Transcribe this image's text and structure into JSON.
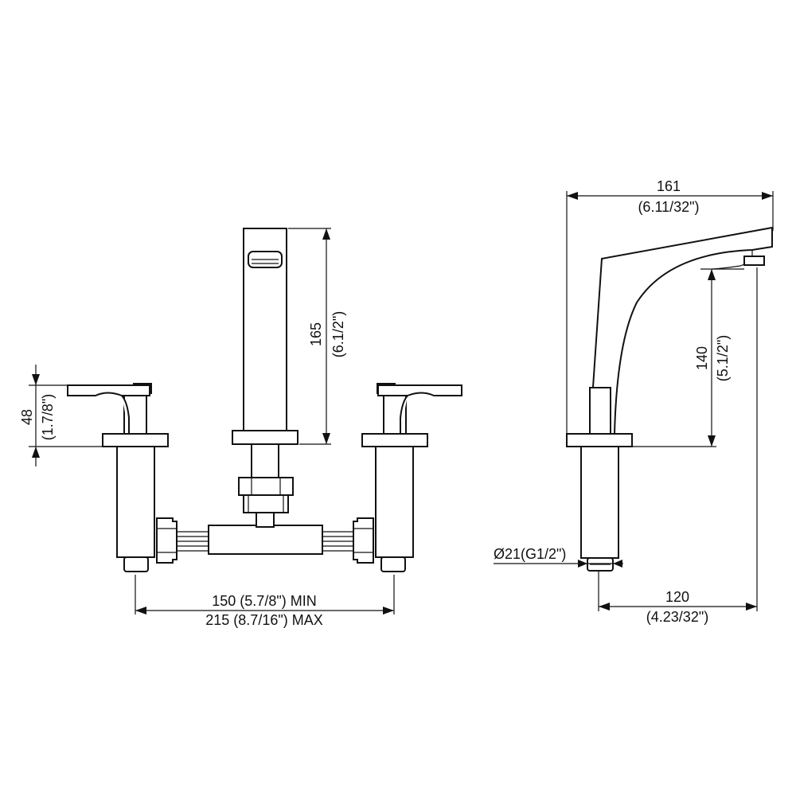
{
  "dimensions": {
    "spout_height": {
      "value": "165",
      "inch": "(6.1/2\")"
    },
    "handle_height": {
      "value": "48",
      "inch": "(1.7/8\")"
    },
    "spread": {
      "min": "150 (5.7/8\") MIN",
      "max": "215 (8.7/16\") MAX"
    },
    "overall_depth": {
      "value": "161",
      "inch": "(6.11/32\")"
    },
    "spout_clearance": {
      "value": "140",
      "inch": "(5.1/2\")"
    },
    "connection": {
      "label": "Ø21(G1/2\")"
    },
    "reach": {
      "value": "120",
      "inch": "(4.23/32\")"
    }
  }
}
